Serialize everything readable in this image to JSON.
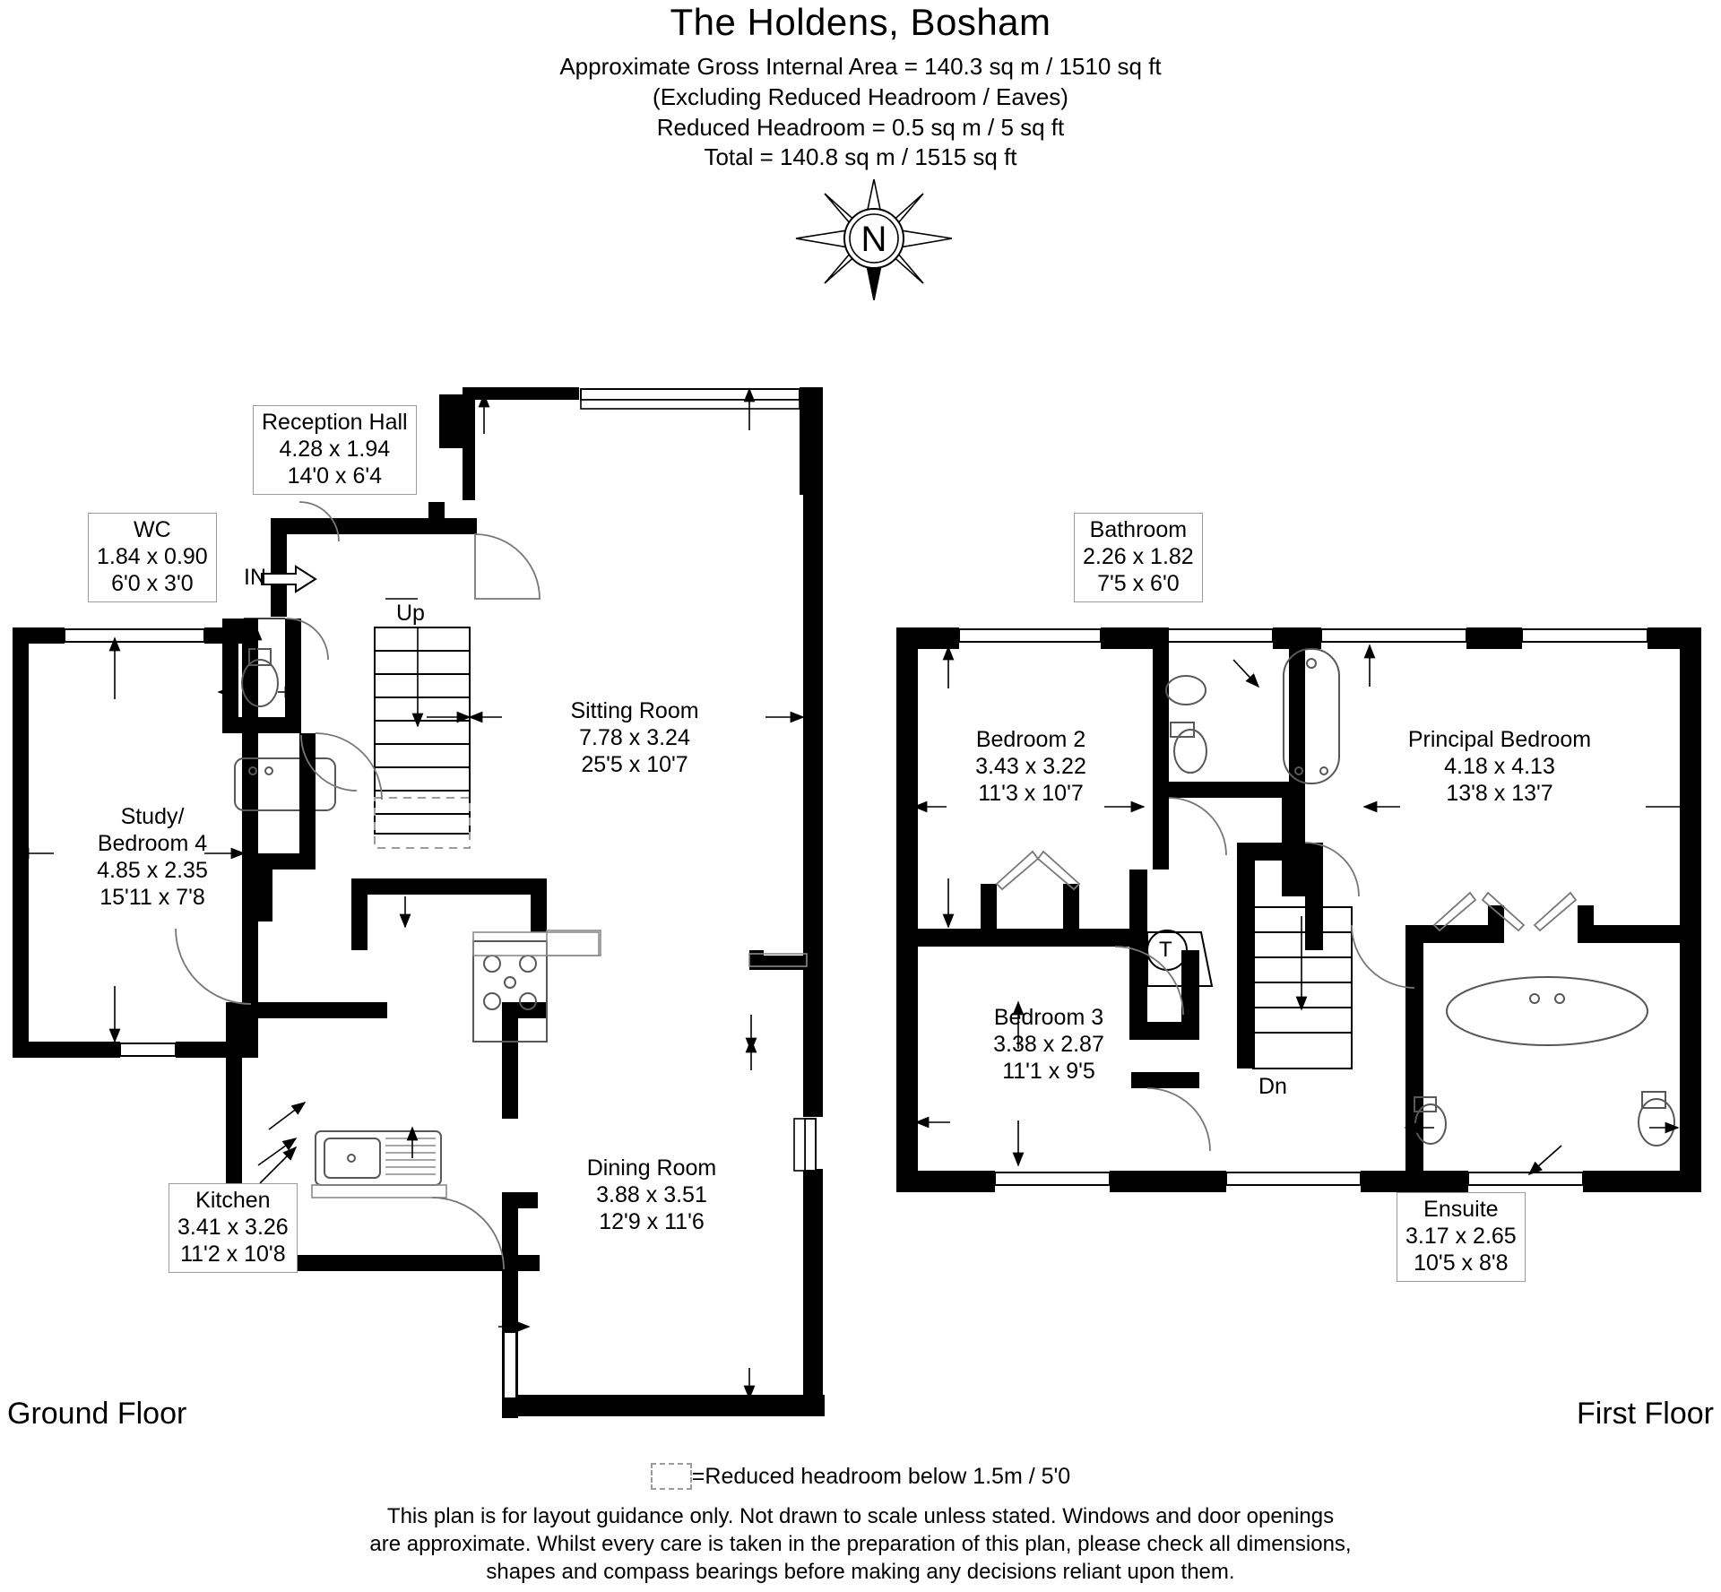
{
  "header": {
    "title": "The Holdens, Bosham",
    "line1": "Approximate Gross Internal Area = 140.3 sq m / 1510 sq ft",
    "line2": "(Excluding Reduced Headroom / Eaves)",
    "line3": "Reduced Headroom = 0.5 sq m / 5 sq ft",
    "line4": "Total = 140.8 sq m / 1515 sq ft"
  },
  "compass": {
    "label": "N",
    "name": "north-compass"
  },
  "floors": {
    "ground_caption": "Ground Floor",
    "first_caption": "First Floor"
  },
  "ground_rooms": [
    {
      "name": "Reception Hall",
      "metric": "4.28 x 1.94",
      "imperial": "14'0 x 6'4"
    },
    {
      "name": "WC",
      "metric": "1.84 x 0.90",
      "imperial": "6'0 x 3'0"
    },
    {
      "name": "Study/",
      "name2": "Bedroom 4",
      "metric": "4.85 x 2.35",
      "imperial": "15'11 x 7'8"
    },
    {
      "name": "Sitting Room",
      "metric": "7.78 x 3.24",
      "imperial": "25'5 x 10'7"
    },
    {
      "name": "Kitchen",
      "metric": "3.41 x 3.26",
      "imperial": "11'2 x 10'8"
    },
    {
      "name": "Dining Room",
      "metric": "3.88 x 3.51",
      "imperial": "12'9 x 11'6"
    }
  ],
  "first_rooms": [
    {
      "name": "Bathroom",
      "metric": "2.26 x 1.82",
      "imperial": "7'5 x 6'0"
    },
    {
      "name": "Bedroom 2",
      "metric": "3.43 x 3.22",
      "imperial": "11'3 x 10'7"
    },
    {
      "name": "Principal Bedroom",
      "metric": "4.18 x 4.13",
      "imperial": "13'8 x 13'7"
    },
    {
      "name": "Bedroom 3",
      "metric": "3.38 x 2.87",
      "imperial": "11'1 x 9'5"
    },
    {
      "name": "Ensuite",
      "metric": "3.17 x 2.65",
      "imperial": "10'5 x 8'8"
    }
  ],
  "markers": {
    "entrance": "IN",
    "stairs_up": "Up",
    "stairs_down": "Dn",
    "tank": "T"
  },
  "legend": {
    "text": "=Reduced headroom below 1.5m / 5'0"
  },
  "disclaimer": {
    "l1": "This plan is for layout guidance only. Not drawn to scale unless stated. Windows and door openings",
    "l2": "are approximate. Whilst every care is taken in the preparation of this plan, please check all dimensions,",
    "l3": "shapes and compass bearings before making any decisions reliant upon them."
  },
  "colors": {
    "wall": "#000000",
    "background": "#ffffff",
    "label_border": "#9b9b9b",
    "fixture_line": "#6f6f6f"
  }
}
